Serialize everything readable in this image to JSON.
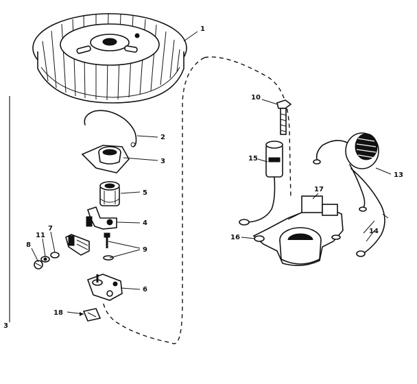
{
  "callouts": {
    "c1": "1",
    "c2": "2",
    "c3": "3",
    "c4": "4",
    "c5": "5",
    "c6": "6",
    "c7": "7",
    "c8": "8",
    "c9": "9",
    "c10": "10",
    "c11": "11",
    "c13": "13",
    "c14": "14",
    "c15": "15",
    "c16": "16",
    "c17": "17",
    "c18": "18",
    "page_mark": "3"
  },
  "parts": [
    {
      "id": "flywheel",
      "icon": "flywheel-icon"
    },
    {
      "id": "spring-clip",
      "icon": "spring-clip-icon"
    },
    {
      "id": "cam-plate",
      "icon": "cam-plate-icon"
    },
    {
      "id": "bushing",
      "icon": "bushing-icon"
    },
    {
      "id": "breaker-arm",
      "icon": "breaker-arm-icon"
    },
    {
      "id": "contact-point",
      "icon": "contact-point-icon"
    },
    {
      "id": "screw-washer",
      "icon": "screw-washer-icon"
    },
    {
      "id": "breaker-base",
      "icon": "breaker-base-icon"
    },
    {
      "id": "bolt",
      "icon": "bolt-icon"
    },
    {
      "id": "condenser",
      "icon": "condenser-icon"
    },
    {
      "id": "coil-assembly",
      "icon": "coil-icon"
    },
    {
      "id": "wire-leads",
      "icon": "wire-lead-icon"
    },
    {
      "id": "lamination-bracket",
      "icon": "lamination-bracket-icon"
    },
    {
      "id": "clip",
      "icon": "clip-icon"
    }
  ]
}
